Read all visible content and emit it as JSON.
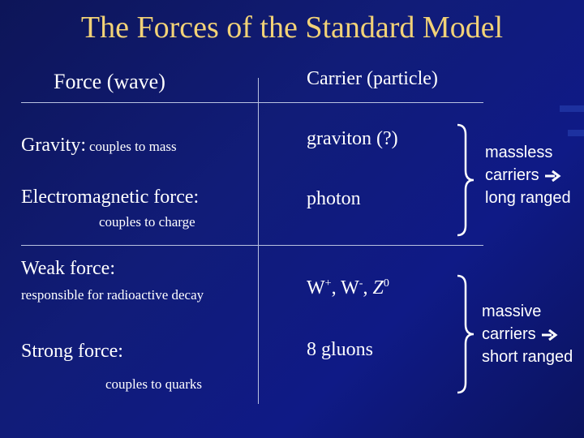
{
  "title": "The Forces of the Standard Model",
  "headers": {
    "force": "Force (wave)",
    "carrier": "Carrier (particle)"
  },
  "rows": [
    {
      "force": "Gravity:",
      "detail": "couples to mass",
      "carrier": "graviton (?)"
    },
    {
      "force": "Electromagnetic force:",
      "detail": "couples to charge",
      "carrier": "photon"
    },
    {
      "force": "Weak force:",
      "detail": "responsible for radioactive decay",
      "carrier_parts": {
        "w_plus": "W",
        "plus": "+",
        "sep1": ", ",
        "w_minus": "W",
        "minus": "-",
        "sep2": ", ",
        "z": "Z",
        "zero": "0"
      }
    },
    {
      "force": "Strong force:",
      "detail": "couples to quarks",
      "carrier": "8 gluons"
    }
  ],
  "groups": [
    {
      "lines": [
        "massless",
        "carriers",
        "long ranged"
      ]
    },
    {
      "lines": [
        "massive",
        "carriers",
        "short ranged"
      ]
    }
  ],
  "colors": {
    "title": "#f2d277",
    "background": "#111c78",
    "text": "#ffffff",
    "rule": "#b9c2e0"
  },
  "icons": {
    "arrow": "right-arrow-icon"
  }
}
